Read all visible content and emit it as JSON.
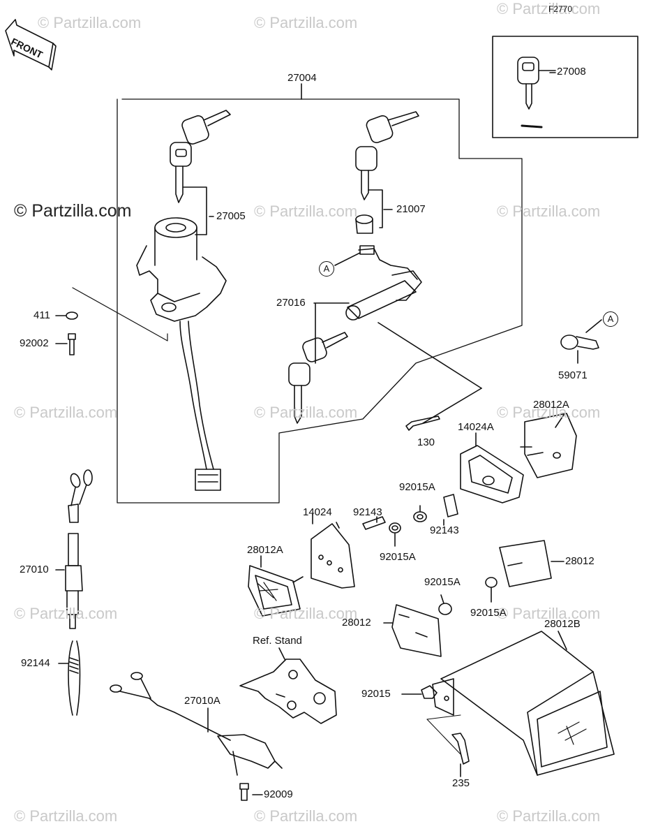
{
  "figure_id": "F2770",
  "front_label": "FRONT",
  "watermark": "© Partzilla.com",
  "callout_letter": "A",
  "ref_stand_label": "Ref. Stand",
  "parts": [
    {
      "key": "p27004",
      "label": "27004"
    },
    {
      "key": "p27005",
      "label": "27005"
    },
    {
      "key": "p27008",
      "label": "27008"
    },
    {
      "key": "p21007",
      "label": "21007"
    },
    {
      "key": "p27016",
      "label": "27016"
    },
    {
      "key": "p411",
      "label": "411"
    },
    {
      "key": "p92002",
      "label": "92002"
    },
    {
      "key": "p59071",
      "label": "59071"
    },
    {
      "key": "p130",
      "label": "130"
    },
    {
      "key": "p28012A_top",
      "label": "28012A"
    },
    {
      "key": "p14024A",
      "label": "14024A"
    },
    {
      "key": "p92015A_1",
      "label": "92015A"
    },
    {
      "key": "p92143_1",
      "label": "92143"
    },
    {
      "key": "p14024",
      "label": "14024"
    },
    {
      "key": "p92143_2",
      "label": "92143"
    },
    {
      "key": "p92015A_2",
      "label": "92015A"
    },
    {
      "key": "p28012A_left",
      "label": "28012A"
    },
    {
      "key": "p28012_right",
      "label": "28012"
    },
    {
      "key": "p27010",
      "label": "27010"
    },
    {
      "key": "p92015A_3",
      "label": "92015A"
    },
    {
      "key": "p92015A_4",
      "label": "92015A"
    },
    {
      "key": "p28012_mid",
      "label": "28012"
    },
    {
      "key": "p28012B",
      "label": "28012B"
    },
    {
      "key": "p92144",
      "label": "92144"
    },
    {
      "key": "p92015",
      "label": "92015"
    },
    {
      "key": "p27010A",
      "label": "27010A"
    },
    {
      "key": "p235",
      "label": "235"
    },
    {
      "key": "p92009",
      "label": "92009"
    }
  ]
}
